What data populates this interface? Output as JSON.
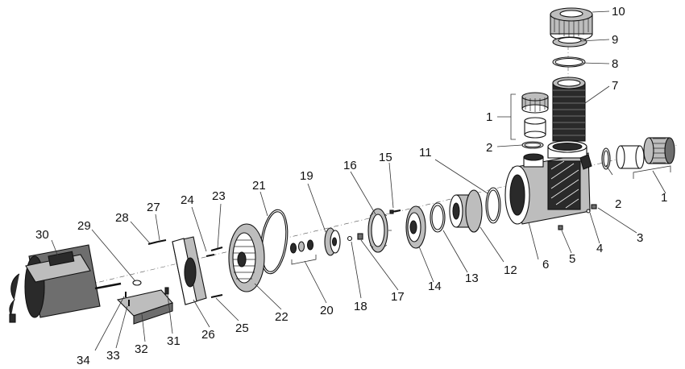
{
  "callouts": [
    {
      "id": "c10",
      "label": "10"
    },
    {
      "id": "c9",
      "label": "9"
    },
    {
      "id": "c8",
      "label": "8"
    },
    {
      "id": "c7",
      "label": "7"
    },
    {
      "id": "c1a",
      "label": "1"
    },
    {
      "id": "c2a",
      "label": "2"
    },
    {
      "id": "c11",
      "label": "11"
    },
    {
      "id": "c15",
      "label": "15"
    },
    {
      "id": "c16",
      "label": "16"
    },
    {
      "id": "c19",
      "label": "19"
    },
    {
      "id": "c21",
      "label": "21"
    },
    {
      "id": "c23",
      "label": "23"
    },
    {
      "id": "c24",
      "label": "24"
    },
    {
      "id": "c27",
      "label": "27"
    },
    {
      "id": "c28",
      "label": "28"
    },
    {
      "id": "c29",
      "label": "29"
    },
    {
      "id": "c30",
      "label": "30"
    },
    {
      "id": "c2b",
      "label": "2"
    },
    {
      "id": "c1b",
      "label": "1"
    },
    {
      "id": "c3",
      "label": "3"
    },
    {
      "id": "c4",
      "label": "4"
    },
    {
      "id": "c5",
      "label": "5"
    },
    {
      "id": "c6",
      "label": "6"
    },
    {
      "id": "c12",
      "label": "12"
    },
    {
      "id": "c13",
      "label": "13"
    },
    {
      "id": "c14",
      "label": "14"
    },
    {
      "id": "c17",
      "label": "17"
    },
    {
      "id": "c18",
      "label": "18"
    },
    {
      "id": "c20",
      "label": "20"
    },
    {
      "id": "c22",
      "label": "22"
    },
    {
      "id": "c25",
      "label": "25"
    },
    {
      "id": "c26",
      "label": "26"
    },
    {
      "id": "c31",
      "label": "31"
    },
    {
      "id": "c32",
      "label": "32"
    },
    {
      "id": "c33",
      "label": "33"
    },
    {
      "id": "c34",
      "label": "34"
    }
  ]
}
